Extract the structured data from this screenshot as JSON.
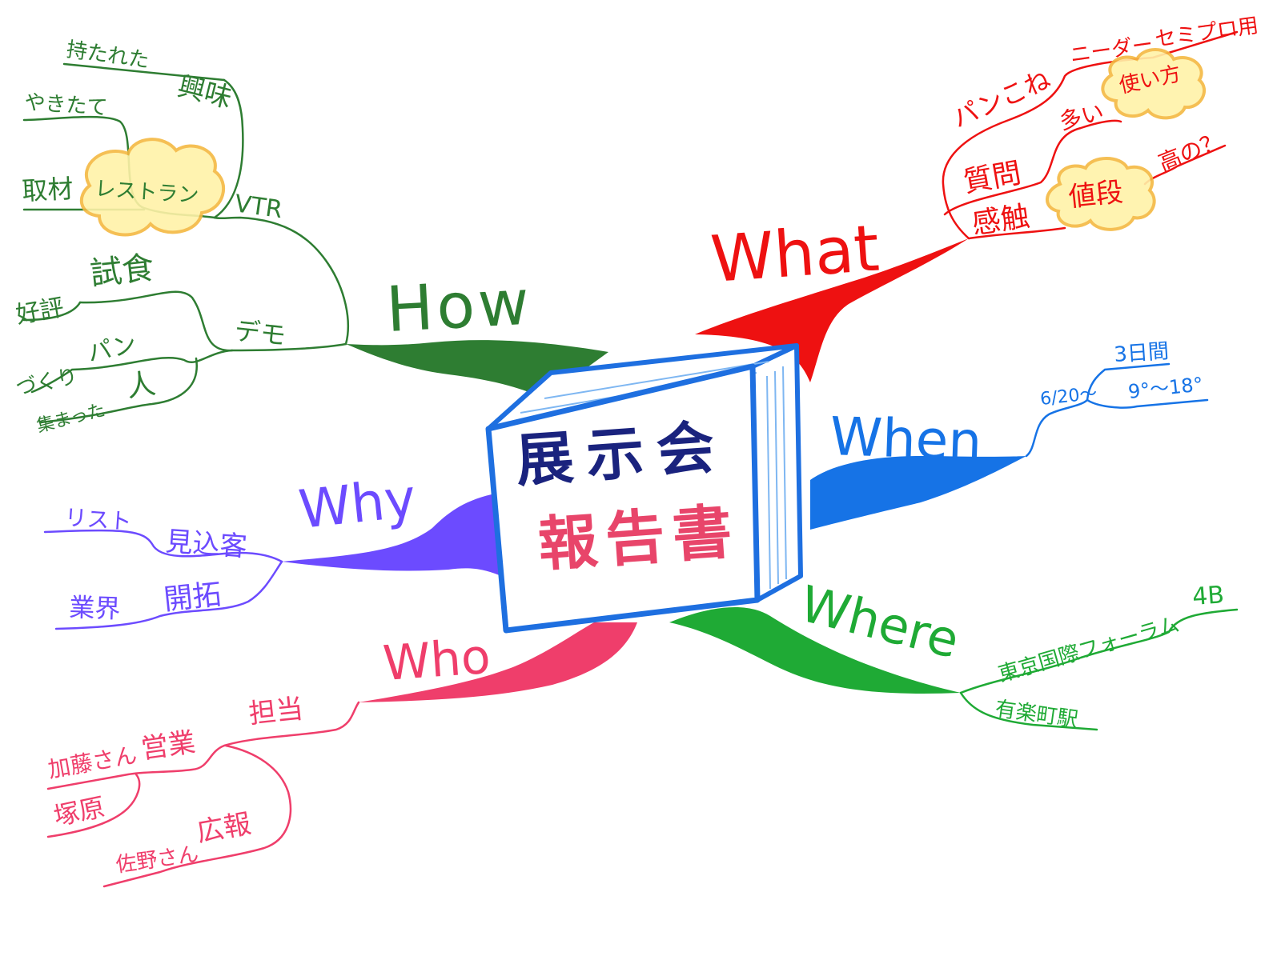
{
  "center": {
    "line1": "展示会",
    "line2": "報告書"
  },
  "colors": {
    "how": "#2e7d32",
    "what": "#ee1111",
    "when": "#1673e6",
    "why": "#6c4bff",
    "where": "#1faa35",
    "who": "#ef3e6b",
    "center_line1": "#1a237e",
    "center_line2": "#e8456a",
    "book_edge": "#1e6fe0",
    "cloud_fill": "#fff2a8",
    "cloud_edge": "#f4b942"
  },
  "branches": {
    "how": {
      "label": "How",
      "vtr": "VTR",
      "kyomi": "興味",
      "motareta": "持たれた",
      "yakitate": "やきたて",
      "restaurant": "レストラン",
      "shuzai": "取材",
      "demo": "デモ",
      "shishoku": "試食",
      "kohyo": "好評",
      "pan": "パン",
      "zukuri": "づくり",
      "hito": "人",
      "atsumatta": "集まった"
    },
    "what": {
      "label": "What",
      "pankone": "パンこね",
      "kneader": "ニーダー",
      "semipro": "セミプロ用",
      "shitsumon": "質問",
      "ooi": "多い",
      "tsukaikata": "使い方",
      "kanshoku": "感触",
      "nedan": "値段",
      "takaino": "高の？"
    },
    "when": {
      "label": "When",
      "date": "6/20～",
      "days": "3日間",
      "hours": "9°～18°"
    },
    "why": {
      "label": "Why",
      "mikomikyaku": "見込客",
      "list": "リスト",
      "kaitaku": "開拓",
      "gyokai": "業界"
    },
    "where": {
      "label": "Where",
      "forum": "東京国際フォーラム",
      "room": "4B",
      "station": "有楽町駅"
    },
    "who": {
      "label": "Who",
      "tanto": "担当",
      "eigyo": "営業",
      "kato": "加藤さん",
      "tsukahara": "塚原",
      "koho": "広報",
      "sano": "佐野さん"
    }
  }
}
